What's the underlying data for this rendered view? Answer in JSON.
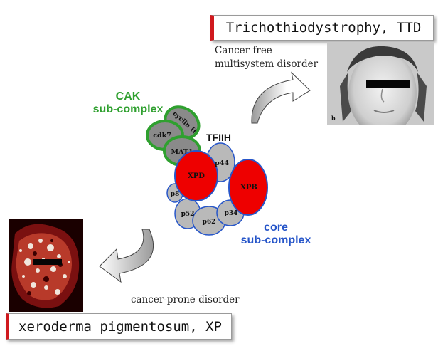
{
  "ttd": {
    "title": "Trichothiodystrophy, TTD",
    "caption_line1": "Cancer free",
    "caption_line2": "multisystem disorder",
    "photo_label": "b"
  },
  "xp": {
    "title": "xeroderma pigmentosum, XP",
    "caption": "cancer-prone disorder"
  },
  "complex": {
    "name": "TFIIH",
    "cak_line1": "CAK",
    "cak_line2": "sub-complex",
    "core_line1": "core",
    "core_line2": "sub-complex",
    "subunits": {
      "cdk7": "cdk7",
      "cyclinH": "cyclin H",
      "mat1": "MAT1",
      "xpd": "XPD",
      "xpb": "XPB",
      "p44": "p44",
      "p8": "p8",
      "p52": "p52",
      "p62": "p62",
      "p34": "p34"
    }
  },
  "colors": {
    "cak_green": "#2fa02f",
    "core_blue": "#2756c9",
    "xp_red": "#ee0000",
    "subunit_gray": "#b9b9b9",
    "cak_gray": "#8a8a8a",
    "box_accent": "#d0191e"
  }
}
